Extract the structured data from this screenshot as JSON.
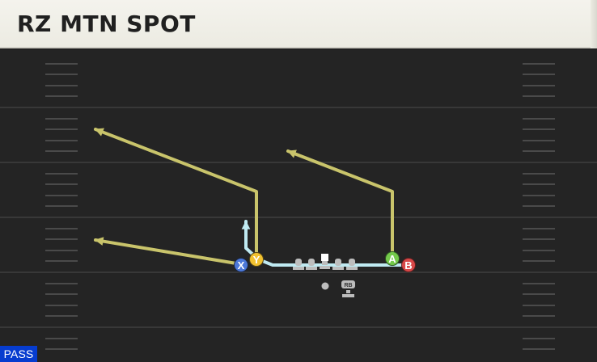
{
  "play": {
    "title": "RZ MTN SPOT",
    "type_label": "PASS"
  },
  "players": {
    "x": {
      "button": "X",
      "color": "#4c78d8"
    },
    "y": {
      "button": "Y",
      "color": "#f2c230"
    },
    "a": {
      "button": "A",
      "color": "#74c94b"
    },
    "b": {
      "button": "B",
      "color": "#d84848"
    },
    "rb": {
      "label": "RB"
    }
  },
  "colors": {
    "route": "#c9c46b",
    "motion_and_block": "#bfeaf2",
    "field": "#242424",
    "yard_line": "#383838",
    "hash": "#4a4a4a",
    "lineman": "#bdbdbd",
    "title_bar": "#f1f0ea",
    "pass_tag": "#063ccf"
  },
  "field": {
    "rows": 6
  }
}
